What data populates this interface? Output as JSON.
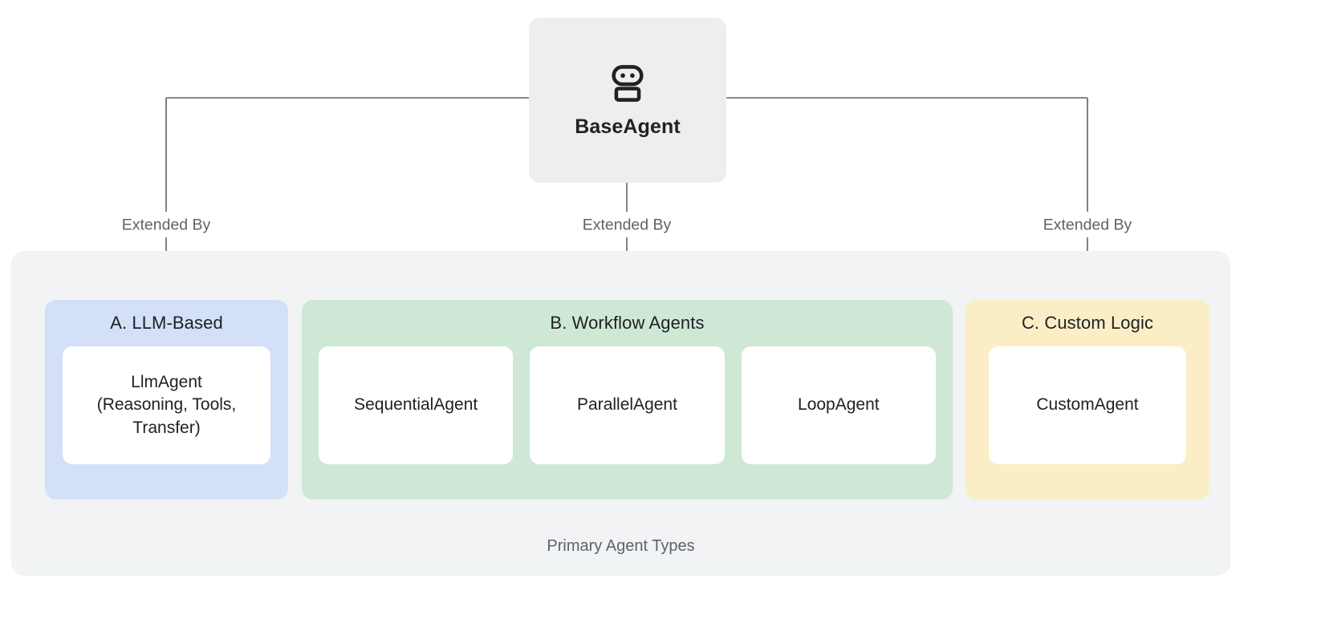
{
  "diagram": {
    "root": {
      "label": "BaseAgent",
      "icon": "robot-icon",
      "bg_color": "#eeeeee"
    },
    "edges": [
      {
        "label": "Extended By",
        "from": "BaseAgent",
        "to": "A. LLM-Based"
      },
      {
        "label": "Extended By",
        "from": "BaseAgent",
        "to": "B. Workflow Agents"
      },
      {
        "label": "Extended By",
        "from": "BaseAgent",
        "to": "C. Custom Logic"
      }
    ],
    "group": {
      "caption": "Primary Agent Types",
      "bg_color": "#f1f3f4"
    },
    "categories": [
      {
        "id": "llm",
        "title": "A. LLM-Based",
        "bg_color": "#d3e0f8",
        "leaves": [
          {
            "label": "LlmAgent\n(Reasoning, Tools,\nTransfer)"
          }
        ]
      },
      {
        "id": "workflow",
        "title": "B. Workflow Agents",
        "bg_color": "#cee8d5",
        "leaves": [
          {
            "label": "SequentialAgent"
          },
          {
            "label": "ParallelAgent"
          },
          {
            "label": "LoopAgent"
          }
        ]
      },
      {
        "id": "custom",
        "title": "C. Custom Logic",
        "bg_color": "#fbeec6",
        "leaves": [
          {
            "label": "CustomAgent"
          }
        ]
      }
    ],
    "connector_color": "#5f6368"
  }
}
